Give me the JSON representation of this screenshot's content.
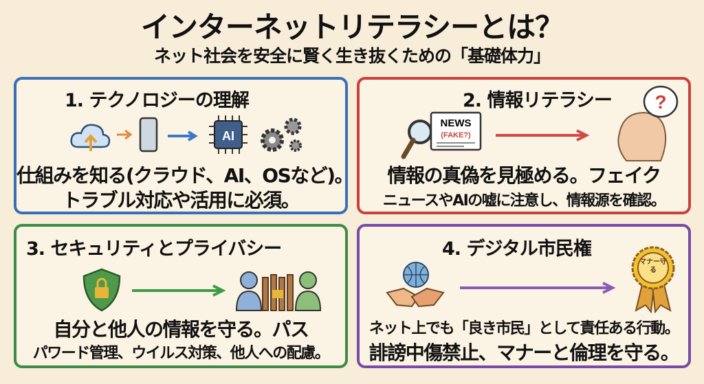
{
  "header": {
    "title": "インターネットリテラシーとは？",
    "subtitle": "ネット社会を安全に賢く生き抜くための「基礎体力」"
  },
  "cards": [
    {
      "title": "1. テクノロジーの理解",
      "line1": "仕組みを知る(クラウド、AI、OSなど)。",
      "line2": "トラブル対応や活用に必須。",
      "icon_labels": {
        "chip": "AI"
      },
      "icons": [
        "cloud-upload-icon",
        "smartphone-icon",
        "ai-chip-icon",
        "gears-icon"
      ],
      "color": "#3a6fb5"
    },
    {
      "title": "2. 情報リテラシー",
      "line1": "情報の真偽を見極める。フェイク",
      "line2": "ニュースやAIの嘘に注意し、情報源を確認。",
      "icon_labels": {
        "news": "NEWS",
        "fake": "(FAKE?)",
        "question": "?"
      },
      "icons": [
        "magnifier-icon",
        "newspaper-icon",
        "thinking-head-icon"
      ],
      "color": "#c8423c"
    },
    {
      "title": "3. セキュリティとプライバシー",
      "line1": "自分と他人の情報を守る。パス",
      "line2": "パワード管理、ウイルス対策、他人への配慮。",
      "icons": [
        "shield-lock-icon",
        "users-fence-icon"
      ],
      "color": "#3d8b45"
    },
    {
      "title": "4. デジタル市民権",
      "line1": "ネット上でも「良き市民」として責任ある行動。",
      "line2": "誹謗中傷禁止、マナーと倫理を守る。",
      "icon_labels": {
        "medal": "マナー守る"
      },
      "icons": [
        "globe-handshake-icon",
        "medal-icon"
      ],
      "color": "#7a4aa6"
    }
  ]
}
